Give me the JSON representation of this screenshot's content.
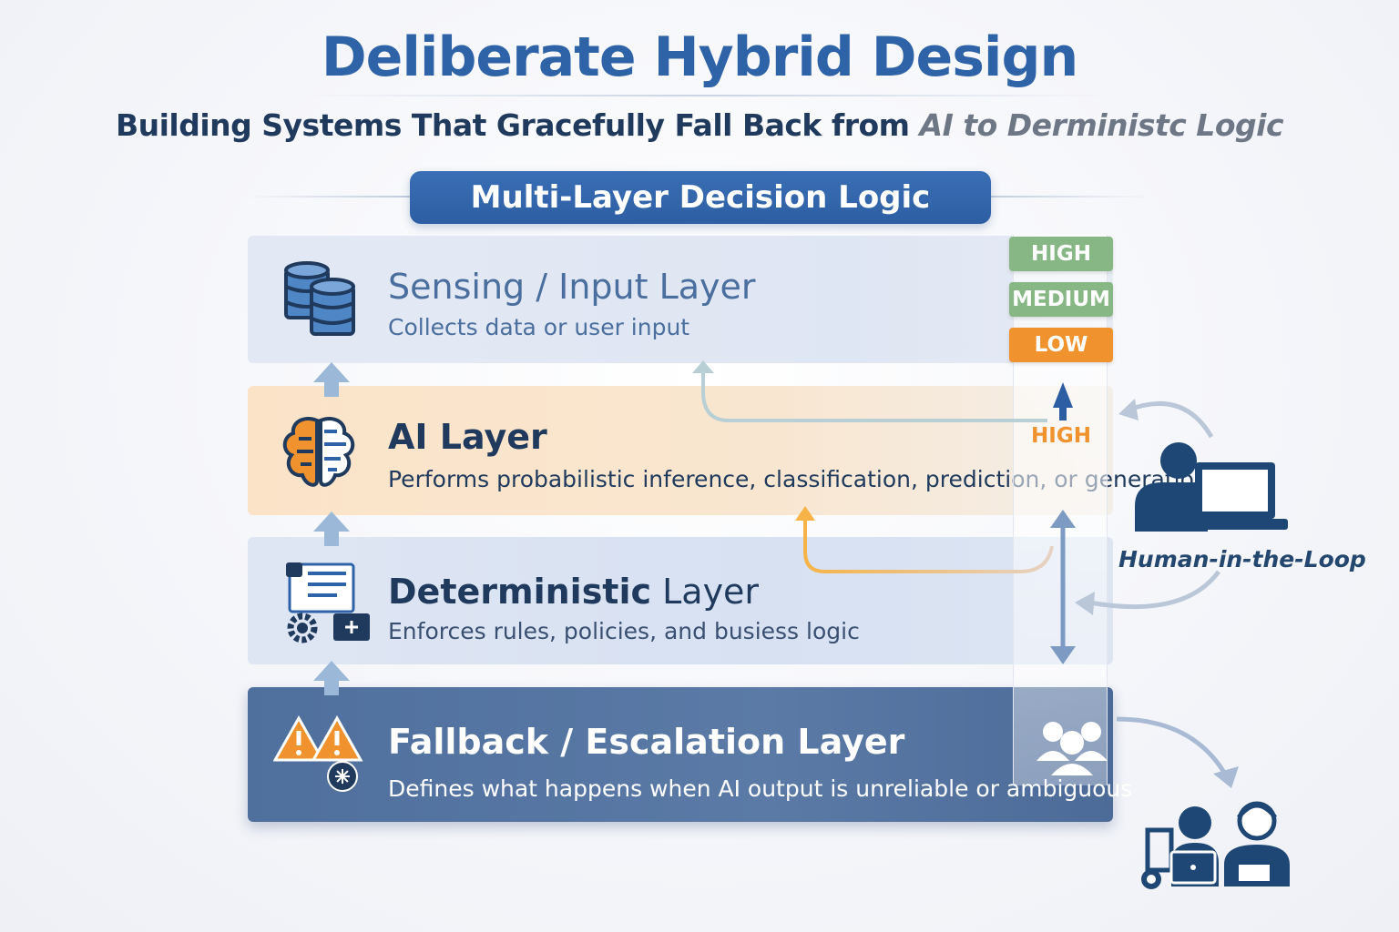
{
  "title": "Deliberate Hybrid Design",
  "subtitle": {
    "main": "Building Systems That Gracefully Fall Back from ",
    "emphasis": "AI to Derministc Logic"
  },
  "banner": "Multi-Layer Decision Logic",
  "layers": [
    {
      "name": "Sensing / Input Layer",
      "description": "Collects data or user input",
      "icon": "database-icon"
    },
    {
      "name": "AI Layer",
      "description": "Performs probabilistic inference, classification, prediction, or generation",
      "icon": "brain-icon"
    },
    {
      "name_bold": "Deterministic",
      "name_rest": " Layer",
      "description": "Enforces rules, policies, and busiess logic",
      "icon": "rules-gear-icon"
    },
    {
      "name": "Fallback / Escalation Layer",
      "description": "Defines what happens when AI output is unreliable or ambiguous",
      "icon": "warning-icon"
    }
  ],
  "confidence": {
    "badges": [
      "HIGH",
      "MEDIUM",
      "LOW"
    ],
    "ai_level": "HIGH",
    "colors": {
      "high": "#86b784",
      "medium": "#86b784",
      "low": "#f0922e"
    }
  },
  "human_in_the_loop": "Human-in-the-Loop",
  "colors": {
    "accent": "#2f63a8",
    "dark_navy": "#1f3a5c",
    "orange": "#f0922e",
    "fallback_band": "#56749f"
  }
}
